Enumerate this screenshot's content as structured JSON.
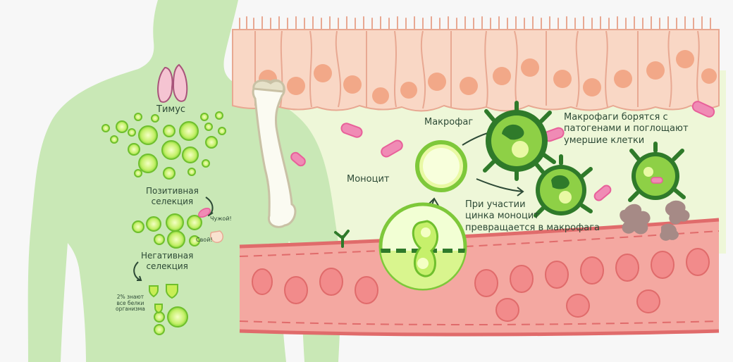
{
  "labels": {
    "thymus": "Тимус",
    "positive_selection": [
      "Позитивная",
      "селекция"
    ],
    "foreign": "Чужой!",
    "self": "Свой!",
    "negative_selection": [
      "Негативная",
      "селекция"
    ],
    "two_percent": [
      "2% знают",
      "все белки",
      "организма"
    ],
    "monocyte": "Моноцит",
    "macrophage": "Макрофаг",
    "macrophage_fight": [
      "Макрофаги борятся с",
      "патогенами и поглощают",
      "умершие клетки"
    ],
    "zinc": [
      "При участии",
      "цинка моноцит",
      "превращается в макрофага"
    ]
  },
  "colors": {
    "background": "#f7f7f7",
    "body": "#c9e8b6",
    "epithelium": "#f9d7c5",
    "nucleus": "#f2a888",
    "lumen": "#eef7d8",
    "vessel": "#f4a8a1",
    "bacteria": "#e8609a",
    "cell_green": "#7ec83a",
    "dark_green": "#2f7a2a",
    "debris": "#a68a86"
  }
}
